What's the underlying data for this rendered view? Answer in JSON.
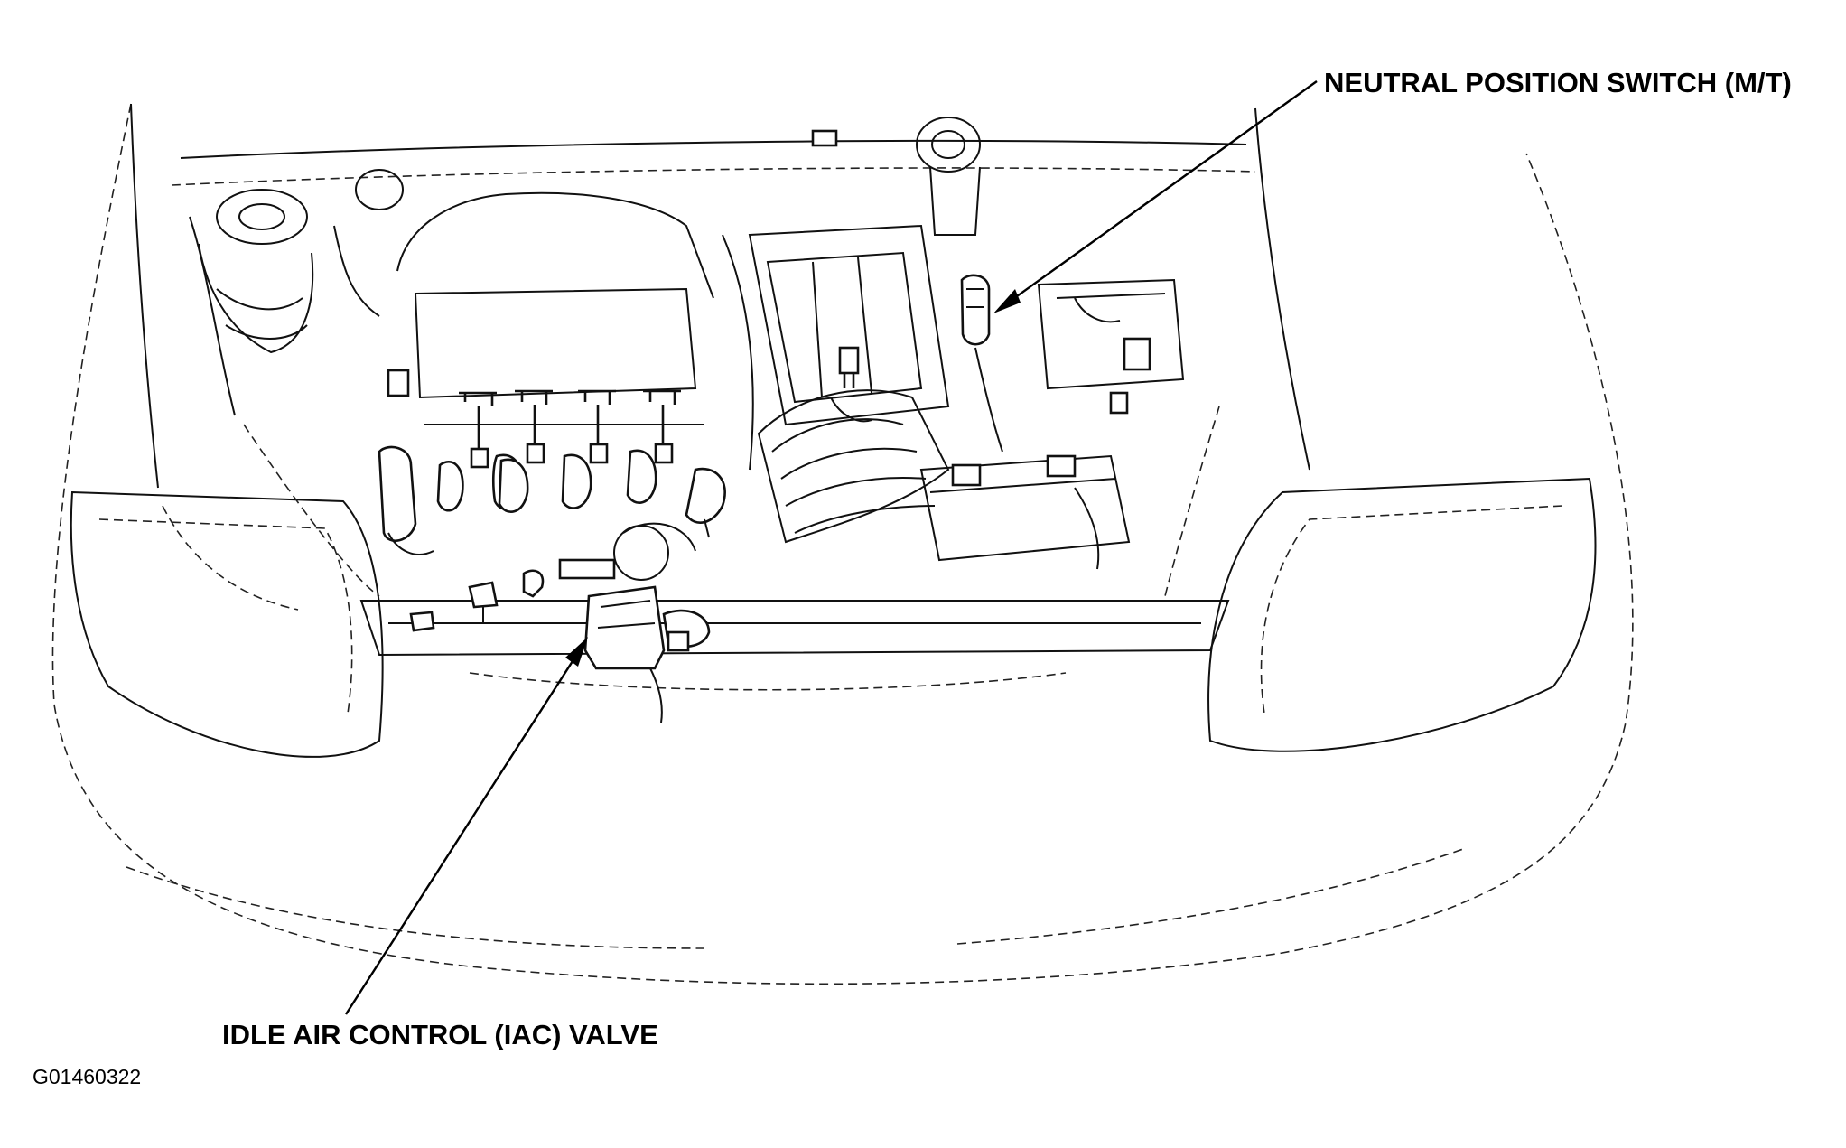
{
  "labels": {
    "neutral_position_switch": "NEUTRAL POSITION SWITCH (M/T)",
    "idle_air_control_valve": "IDLE AIR CONTROL (IAC) VALVE"
  },
  "figure_id": "G01460322",
  "colors": {
    "line": "#111111",
    "background": "#ffffff"
  }
}
